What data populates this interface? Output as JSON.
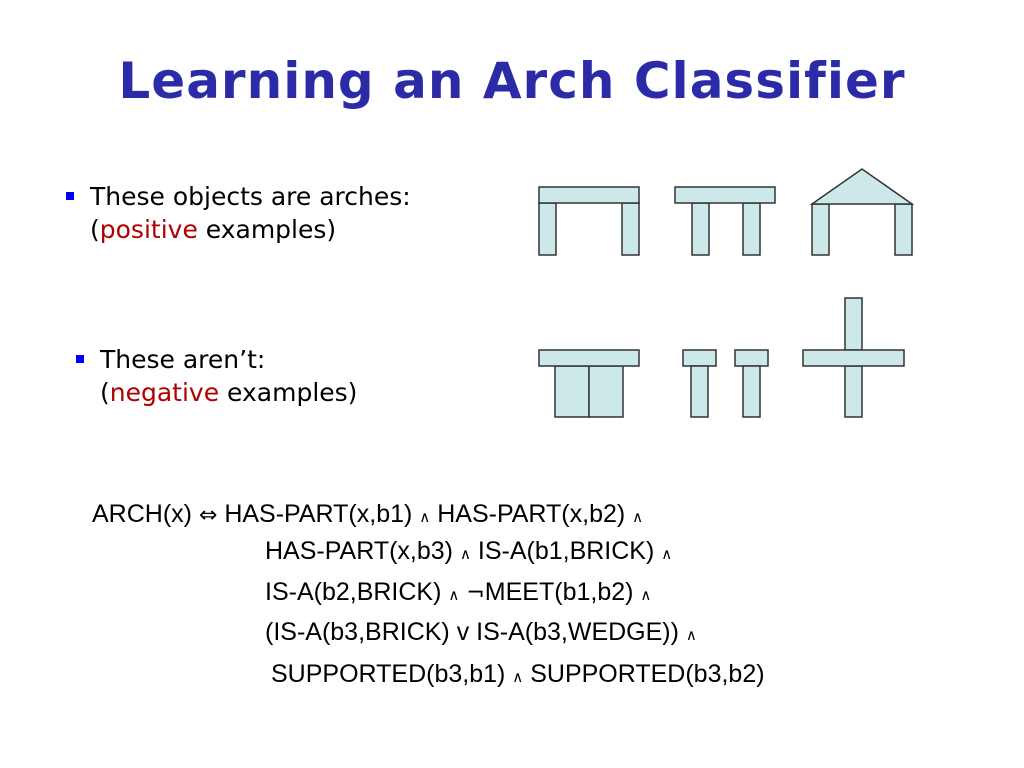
{
  "title": "Learning an Arch Classifier",
  "colors": {
    "title": "#2b2ba8",
    "bullet": "#0000ff",
    "accent": "#b00000",
    "block_fill": "#cce8e8"
  },
  "positive": {
    "line1": "These objects are arches:",
    "paren_open": "(",
    "accent_word": "positive",
    "rest": " examples)"
  },
  "negative": {
    "line1": "These aren’t:",
    "paren_open": "(",
    "accent_word": "negative",
    "rest": " examples)"
  },
  "formula": {
    "l1a": "ARCH(x) ",
    "iff": "⇔",
    "l1b": " HAS-PART(x,b1) ",
    "and1": "∧",
    "l1c": " HAS-PART(x,b2) ",
    "and2": "∧",
    "l2a": "HAS-PART(x,b3) ",
    "and3": "∧",
    "l2b": " IS-A(b1,BRICK) ",
    "and4": "∧",
    "l3a": "IS-A(b2,BRICK) ",
    "and5": "∧",
    "not": " ¬",
    "l3b": "MEET(b1,b2) ",
    "and6": "∧",
    "l4a": "(IS-A(b3,BRICK) v IS-A(b3,WEDGE)) ",
    "and7": "∧",
    "l5a": "SUPPORTED(b3,b1) ",
    "and8": "∧",
    "l5b": " SUPPORTED(b3,b2)"
  }
}
